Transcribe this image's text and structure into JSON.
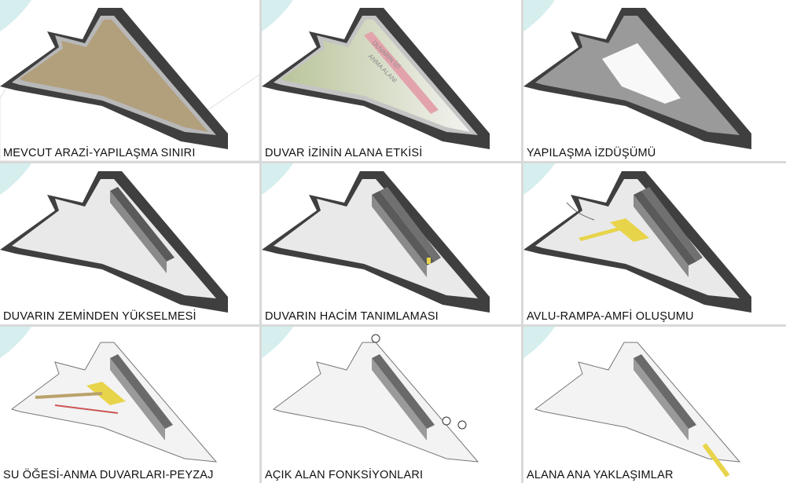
{
  "panels": [
    {
      "caption": "MEVCUT ARAZİ-YAPILAŞMA SINIRI",
      "stage": "site"
    },
    {
      "caption": "DUVAR İZİNİN ALANA ETKİSİ",
      "stage": "wall-trace",
      "labels": [
        "DUVARIN İZİ",
        "ANMA ALANI"
      ]
    },
    {
      "caption": "YAPILAŞMA İZDÜŞÜMÜ",
      "stage": "projection"
    },
    {
      "caption": "DUVARIN ZEMİNDEN YÜKSELMESİ",
      "stage": "wall-rise"
    },
    {
      "caption": "DUVARIN HACİM TANIMLAMASI",
      "stage": "volume"
    },
    {
      "caption": "AVLU-RAMPA-AMFİ OLUŞUMU",
      "stage": "courtyard"
    },
    {
      "caption": "SU ÖĞESİ-ANMA DUVARLARI-PEYZAJ",
      "stage": "landscape"
    },
    {
      "caption": "AÇIK ALAN FONKSİYONLARI",
      "stage": "functions"
    },
    {
      "caption": "ALANA  ANA YAKLAŞIMLAR",
      "stage": "approaches"
    }
  ],
  "colors": {
    "water": "#d6eeee",
    "road": "#3e3e3e",
    "site_fill": "#b29f7c",
    "trace": "#e3a3ac",
    "yellow": "#e8d44a",
    "ground": "#e9e9e9"
  }
}
